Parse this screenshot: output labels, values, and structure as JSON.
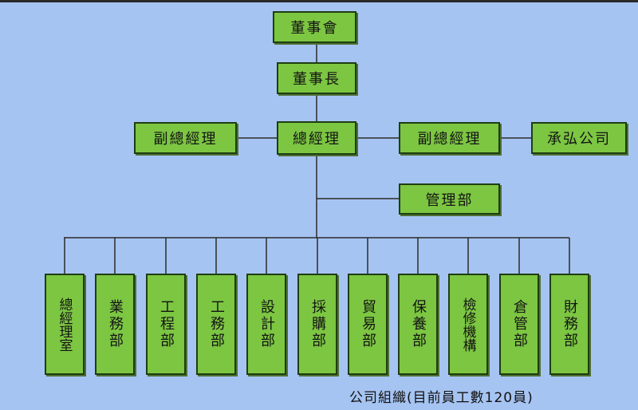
{
  "org": {
    "board": "董事會",
    "chairman": "董事長",
    "gm": "總經理",
    "vp_left": "副總經理",
    "vp_right": "副總經理",
    "affiliate": "承弘公司",
    "admin": "管理部",
    "departments": [
      "總經理室",
      "業務部",
      "工程部",
      "工務部",
      "設計部",
      "採購部",
      "貿易部",
      "保養部",
      "檢修機構",
      "倉管部",
      "財務部"
    ]
  },
  "caption": "公司組織(目前員工數120員)",
  "colors": {
    "box_fill": "#7cc642",
    "box_border": "#1f3d12",
    "background": "#a6c4f2",
    "line": "#2b2b2b"
  }
}
